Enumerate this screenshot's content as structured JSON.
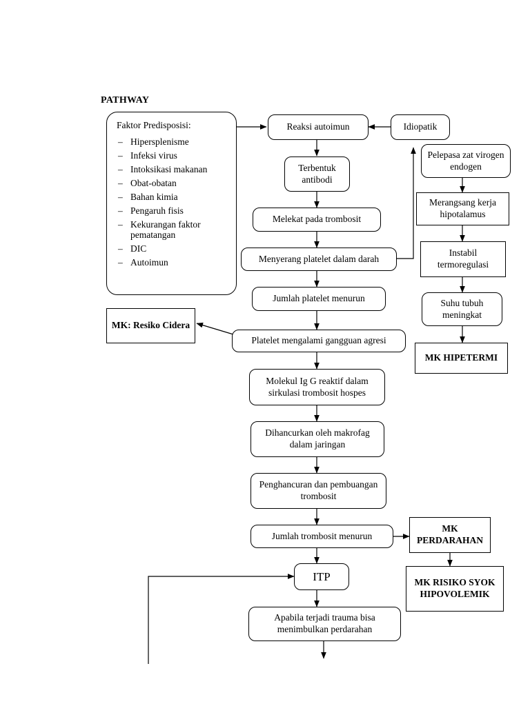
{
  "title": "PATHWAY",
  "nodes": {
    "predisposisi_head": "Faktor Predisposisi:",
    "predisposisi_items": [
      "Hipersplenisme",
      "Infeksi virus",
      "Intoksikasi makanan",
      "Obat-obatan",
      "Bahan kimia",
      "Pengaruh fisis",
      "Kekurangan faktor pematangan",
      "DIC",
      "Autoimun"
    ],
    "reaksi_autoimun": "Reaksi autoimun",
    "idiopatik": "Idiopatik",
    "terbentuk_antibodi": "Terbentuk antibodi",
    "melekat_trombosit": "Melekat pada trombosit",
    "menyerang_platelet": "Menyerang platelet dalam darah",
    "jumlah_platelet": "Jumlah platelet menurun",
    "mk_resiko_cidera": "MK: Resiko Cidera",
    "platelet_agresi": "Platelet mengalami gangguan agresi",
    "molekul_igg": "Molekul Ig G reaktif dalam sirkulasi trombosit hospes",
    "dihancurkan_makrofag": "Dihancurkan oleh makrofag dalam jaringan",
    "penghancuran_pembuangan": "Penghancuran dan pembuangan trombosit",
    "jumlah_trombosit": "Jumlah trombosit menurun",
    "itp": "ITP",
    "apabila_trauma": "Apabila terjadi trauma bisa menimbulkan perdarahan",
    "pelepasa_zat": "Pelepasa zat virogen endogen",
    "merangsang_hipotalamus": "Merangsang kerja hipotalamus",
    "instabil_termoregulasi": "Instabil termoregulasi",
    "suhu_tubuh": "Suhu tubuh meningkat",
    "mk_hipetermi": "MK HIPETERMI",
    "mk_perdarahan": "MK PERDARAHAN",
    "mk_risiko_syok": "MK RISIKO SYOK HIPOVOLEMIK"
  },
  "colors": {
    "line": "#000000",
    "background": "#ffffff",
    "text": "#000000"
  }
}
